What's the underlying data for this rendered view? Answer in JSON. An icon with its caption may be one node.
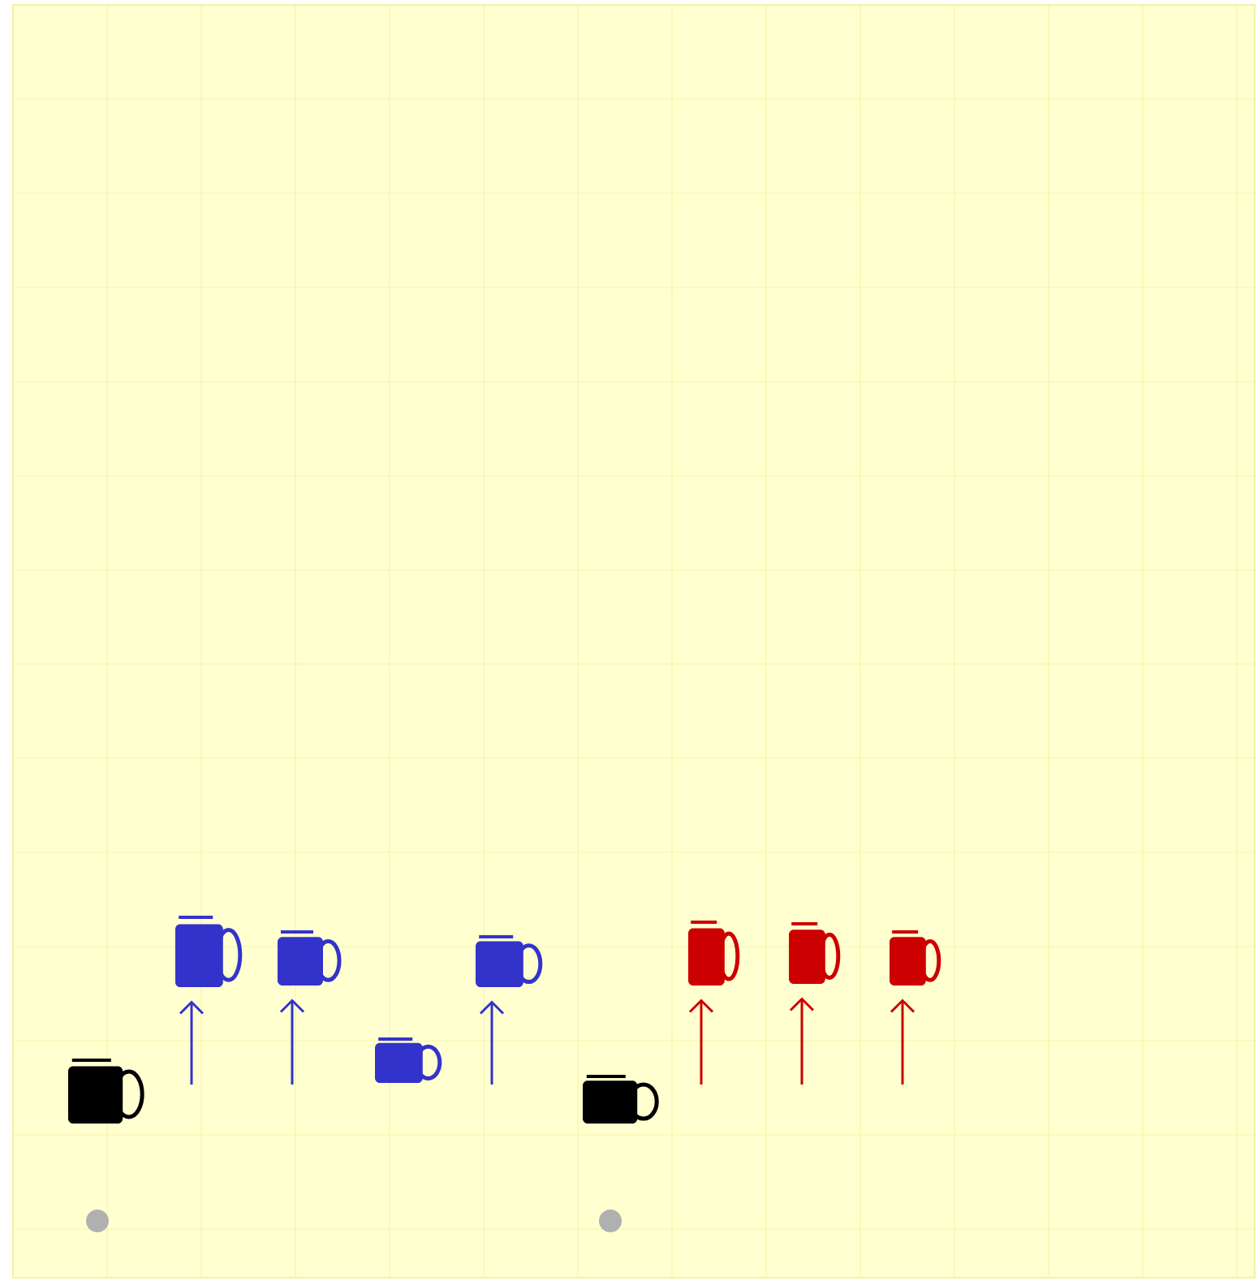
{
  "diagram": {
    "nodes": [
      {
        "text": [],
        "shape": "scribble"
      },
      {
        "text": [],
        "shape": "scribble"
      },
      {
        "text": [],
        "shape": "scribble"
      },
      {
        "text": [],
        "shape": "scribble"
      },
      {
        "text": [],
        "shape": "scribble"
      },
      {
        "text": [],
        "shape": "scribble"
      },
      {
        "text": [],
        "shape": "scribble"
      },
      {
        "text": [],
        "shape": "scribble"
      },
      {
        "text": [],
        "shape": "scribble"
      }
    ],
    "edges": [
      {
        "from": null,
        "to": 0,
        "arrow": "to",
        "color": "#3333cc"
      },
      {
        "from": null,
        "to": 1,
        "arrow": "to",
        "color": "#3333cc"
      },
      {
        "from": null,
        "to": 2,
        "arrow": "to",
        "color": "#3333cc"
      },
      {
        "from": null,
        "to": 3,
        "arrow": "to",
        "color": "#cc0000"
      },
      {
        "from": null,
        "to": 4,
        "arrow": "to",
        "color": "#cc0000"
      },
      {
        "from": null,
        "to": 5,
        "arrow": "to",
        "color": "#cc0000"
      }
    ]
  }
}
